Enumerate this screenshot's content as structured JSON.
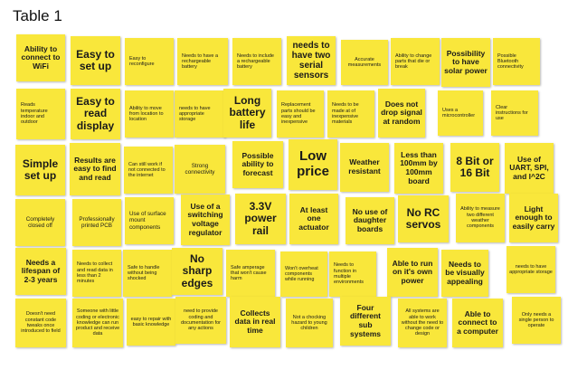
{
  "title": "Table 1",
  "notes": [
    {
      "id": "ability-to-connect-wifi",
      "text": "Ability to connect to WiFi"
    },
    {
      "id": "easy-to-set-up",
      "text": "Easy to set up"
    },
    {
      "id": "easy-to-reconfigure",
      "text": "Easy to reconfigure"
    },
    {
      "id": "needs-rechargeable-battery",
      "text": "Needs to have a rechargeable battery"
    },
    {
      "id": "needs-include-rechargeable-battery",
      "text": "Needs to include a rechargeable battery"
    },
    {
      "id": "two-serial-sensors",
      "text": "needs to have two serial sensors"
    },
    {
      "id": "accurate-measurements",
      "text": "Accurate measurements"
    },
    {
      "id": "change-parts",
      "text": "Ability to change parts that die or break"
    },
    {
      "id": "solar-power",
      "text": "Possibility to have solar power"
    },
    {
      "id": "bluetooth-connectivity",
      "text": "Possible Bluetooth connectivity"
    },
    {
      "id": "reads-temperature",
      "text": "Reads temperature indoor and outdoor"
    },
    {
      "id": "easy-to-read-display",
      "text": "Easy to read display"
    },
    {
      "id": "move-location",
      "text": "Ability to move from location to location"
    },
    {
      "id": "appropriate-storage",
      "text": "needs to have appropriate storage"
    },
    {
      "id": "long-battery-life",
      "text": "Long battery life"
    },
    {
      "id": "replacement-parts",
      "text": "Replacement parts should be easy and inexpensive"
    },
    {
      "id": "inexpensive-materials",
      "text": "Needs to be made at of inexpensive materials"
    },
    {
      "id": "does-not-drop-signal",
      "text": "Does not drop signal at random"
    },
    {
      "id": "uses-microcontroller",
      "text": "Uses a microcontroller"
    },
    {
      "id": "clear-instructions",
      "text": "Clear instructions for use"
    },
    {
      "id": "simple-set-up",
      "text": "Simple set up"
    },
    {
      "id": "results-easy-find",
      "text": "Results are easy to find and read"
    },
    {
      "id": "still-work-offline",
      "text": "Can still work if not connected to the internet"
    },
    {
      "id": "strong-connectivity",
      "text": "Strong connectivity"
    },
    {
      "id": "ability-to-forecast",
      "text": "Possible ability to forecast"
    },
    {
      "id": "low-price",
      "text": "Low price"
    },
    {
      "id": "weather-resistant",
      "text": "Weather resistant"
    },
    {
      "id": "board-size",
      "text": "Less than 100mm by 100mm board"
    },
    {
      "id": "bit-width",
      "text": "8 Bit or 16 Bit"
    },
    {
      "id": "uart-spi-i2c",
      "text": "Use of UART, SPI, and I^2C"
    },
    {
      "id": "completely-closed-off",
      "text": "Completely closed off"
    },
    {
      "id": "printed-pcb",
      "text": "Professionally printed PCB"
    },
    {
      "id": "surface-mount",
      "text": "Use of surface mount components"
    },
    {
      "id": "switching-regulator",
      "text": "Use of a switching voltage regulator"
    },
    {
      "id": "power-rail",
      "text": "3.3V power rail"
    },
    {
      "id": "one-actuator",
      "text": "At least one actuator"
    },
    {
      "id": "no-daughter-boards",
      "text": "No use of daughter boards"
    },
    {
      "id": "no-rc-servos",
      "text": "No RC servos"
    },
    {
      "id": "different-weather-components",
      "text": "Ability to measure two different weather components"
    },
    {
      "id": "light-enough",
      "text": "Light enough to easily carry"
    },
    {
      "id": "lifespan",
      "text": "Needs a lifespan of 2-3 years"
    },
    {
      "id": "collect-read-data",
      "text": "Needs to collect and read data in less than 2 minutes"
    },
    {
      "id": "safe-to-handle",
      "text": "Safe to handle without being shocked"
    },
    {
      "id": "no-sharp-edges",
      "text": "No sharp edges"
    },
    {
      "id": "safe-amperage",
      "text": "Safe amperage that won't cause harm"
    },
    {
      "id": "wont-overheat",
      "text": "Won't overheat components while running"
    },
    {
      "id": "multiple-environments",
      "text": "Needs to function in multiple environments"
    },
    {
      "id": "run-on-own-power",
      "text": "Able to run on it's own power"
    },
    {
      "id": "visually-appealing",
      "text": "Needs to be visually appealing"
    },
    {
      "id": "appropriate-storage-2",
      "text": "needs to have appropriate storage"
    },
    {
      "id": "no-constant-code-tweaks",
      "text": "Doesn't need constant code tweaks once introduced to field"
    },
    {
      "id": "little-coding-knowledge",
      "text": "Someone with little coding or electronic knowledge can run product and receive data"
    },
    {
      "id": "easy-to-repair",
      "text": "easy to repair with basic knowledge"
    },
    {
      "id": "coding-documentation",
      "text": "need to provide coding and documentation for any actions"
    },
    {
      "id": "collects-data-real-time",
      "text": "Collects data in real time"
    },
    {
      "id": "not-choking-hazard",
      "text": "Not a chocking hazard to young children"
    },
    {
      "id": "four-sub-systems",
      "text": "Four different sub systems"
    },
    {
      "id": "work-without-code-change",
      "text": "All systems are able to work without the need to change code or design"
    },
    {
      "id": "connect-to-computer",
      "text": "Able to connect to a computer"
    },
    {
      "id": "single-person-operate",
      "text": "Only needs a single person to operate"
    }
  ]
}
